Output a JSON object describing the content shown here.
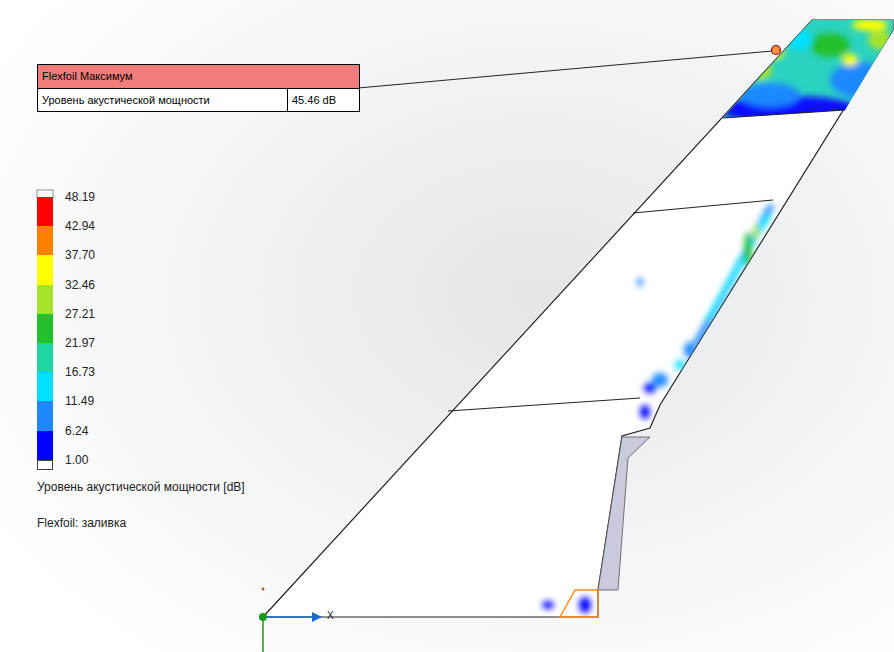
{
  "diagram": {
    "nodes": [
      {
        "text": [
          "Flexfoil Максимум",
          "Уровень акустической мощности",
          "45.46 dB"
        ]
      }
    ],
    "edges": [],
    "labels": [
      "Уровень акустической мощности [dB]",
      "Flexfoil: заливка",
      "X"
    ],
    "legend": [
      {
        "text": "48.19",
        "color": "#ff0000"
      },
      {
        "text": "42.94",
        "color": "#ff8000"
      },
      {
        "text": "37.70",
        "color": "#ffff00"
      },
      {
        "text": "32.46",
        "color": "#a6e22a"
      },
      {
        "text": "27.21",
        "color": "#22c02a"
      },
      {
        "text": "21.97",
        "color": "#1fd6a0"
      },
      {
        "text": "16.73",
        "color": "#00e0ff"
      },
      {
        "text": "11.49",
        "color": "#1e88ff"
      },
      {
        "text": "6.24",
        "color": "#0000ff"
      },
      {
        "text": "1.00",
        "color": "#ffffff"
      }
    ]
  }
}
